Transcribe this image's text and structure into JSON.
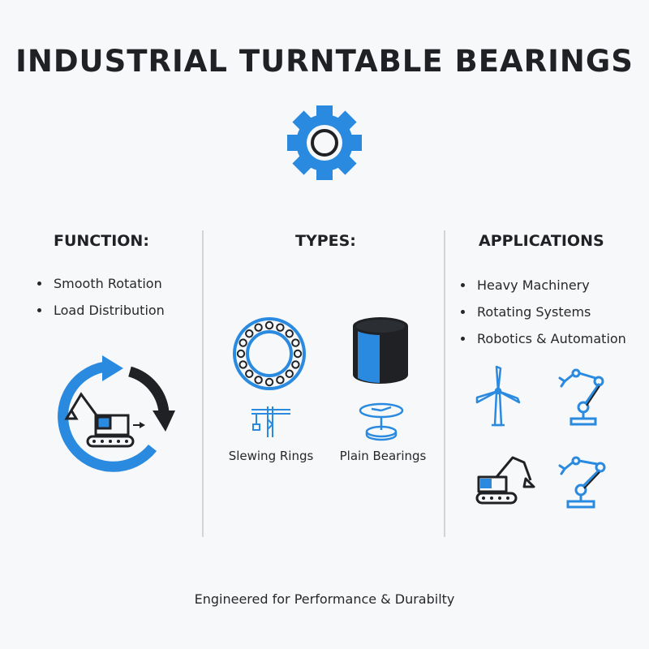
{
  "title": "INDUSTRIAL TURNTABLE BEARINGS",
  "colors": {
    "accent": "#2a8ae0",
    "dark": "#1f2124",
    "divider": "#d2d4d7",
    "background": "#f7f8f9"
  },
  "header_icon": "gear-icon",
  "function": {
    "heading": "FUNCTION:",
    "items": [
      "Smooth Rotation",
      "Load Distribution"
    ],
    "illustration": "excavator-rotation-icon"
  },
  "types": {
    "heading": "TYPES:",
    "items": [
      {
        "label": "Slewing Rings",
        "icon": "slewing-ring-icon",
        "sub_icon": "tower-crane-icon"
      },
      {
        "label": "Plain Bearings",
        "icon": "plain-bearing-icon",
        "sub_icon": "turntable-icon"
      }
    ]
  },
  "applications": {
    "heading": "APPLICATIONS",
    "items": [
      "Heavy Machinery",
      "Rotating Systems",
      "Robotics & Automation"
    ],
    "icons": [
      "wind-turbine-icon",
      "robotic-arm-icon",
      "excavator-icon",
      "robotic-arm-icon"
    ]
  },
  "footer": "Engineered for Performance & Durabilty"
}
